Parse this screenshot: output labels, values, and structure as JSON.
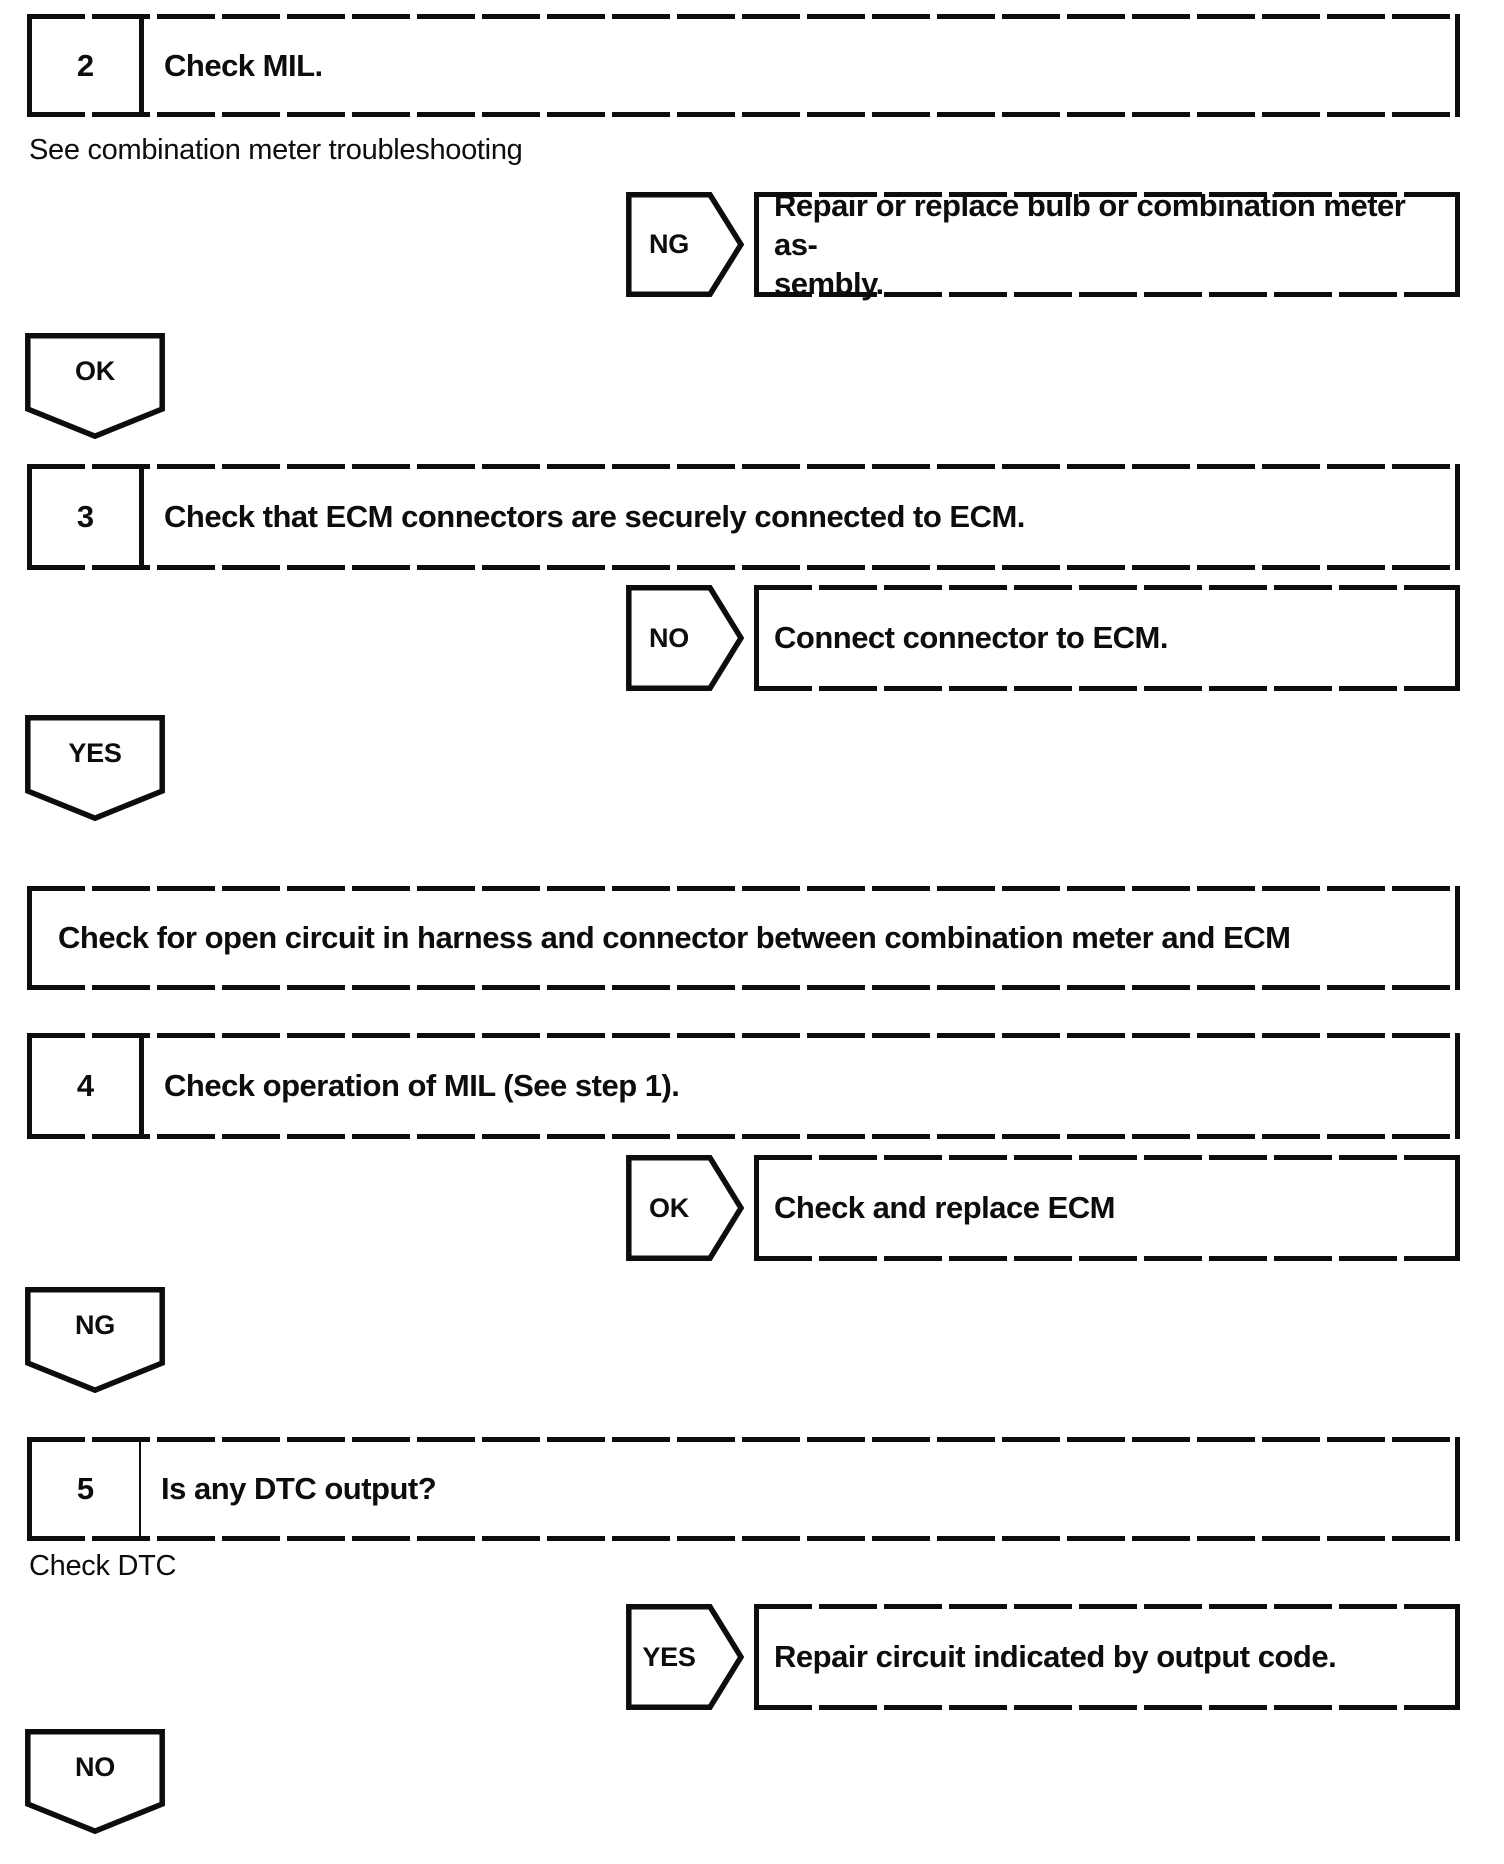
{
  "document": {
    "kind": "troubleshooting-flowchart",
    "colors": {
      "ink": "#0d0d0d",
      "paper": "#ffffff"
    }
  },
  "steps": [
    {
      "number": "2",
      "title": "Check MIL.",
      "caption": "See combination meter troubleshooting"
    },
    {
      "number": "3",
      "title": "Check that ECM connectors are securely connected to ECM."
    },
    {
      "number": "4",
      "title": "Check operation of MIL (See step 1)."
    },
    {
      "number": "5",
      "title": "Is any DTC output?",
      "caption": "Check DTC"
    }
  ],
  "action_box": {
    "text": "Check for open circuit in harness and connector between combination meter and ECM"
  },
  "branches": [
    {
      "badge": "NG",
      "result": "Repair or replace bulb or combination meter as-\nsembly."
    },
    {
      "badge": "NO",
      "result": "Connect connector to ECM."
    },
    {
      "badge": "OK",
      "result": "Check and replace ECM"
    },
    {
      "badge": "YES",
      "result": "Repair circuit indicated by output code."
    }
  ],
  "continue_badges": [
    {
      "label": "OK"
    },
    {
      "label": "YES"
    },
    {
      "label": "NG"
    },
    {
      "label": "NO"
    }
  ]
}
